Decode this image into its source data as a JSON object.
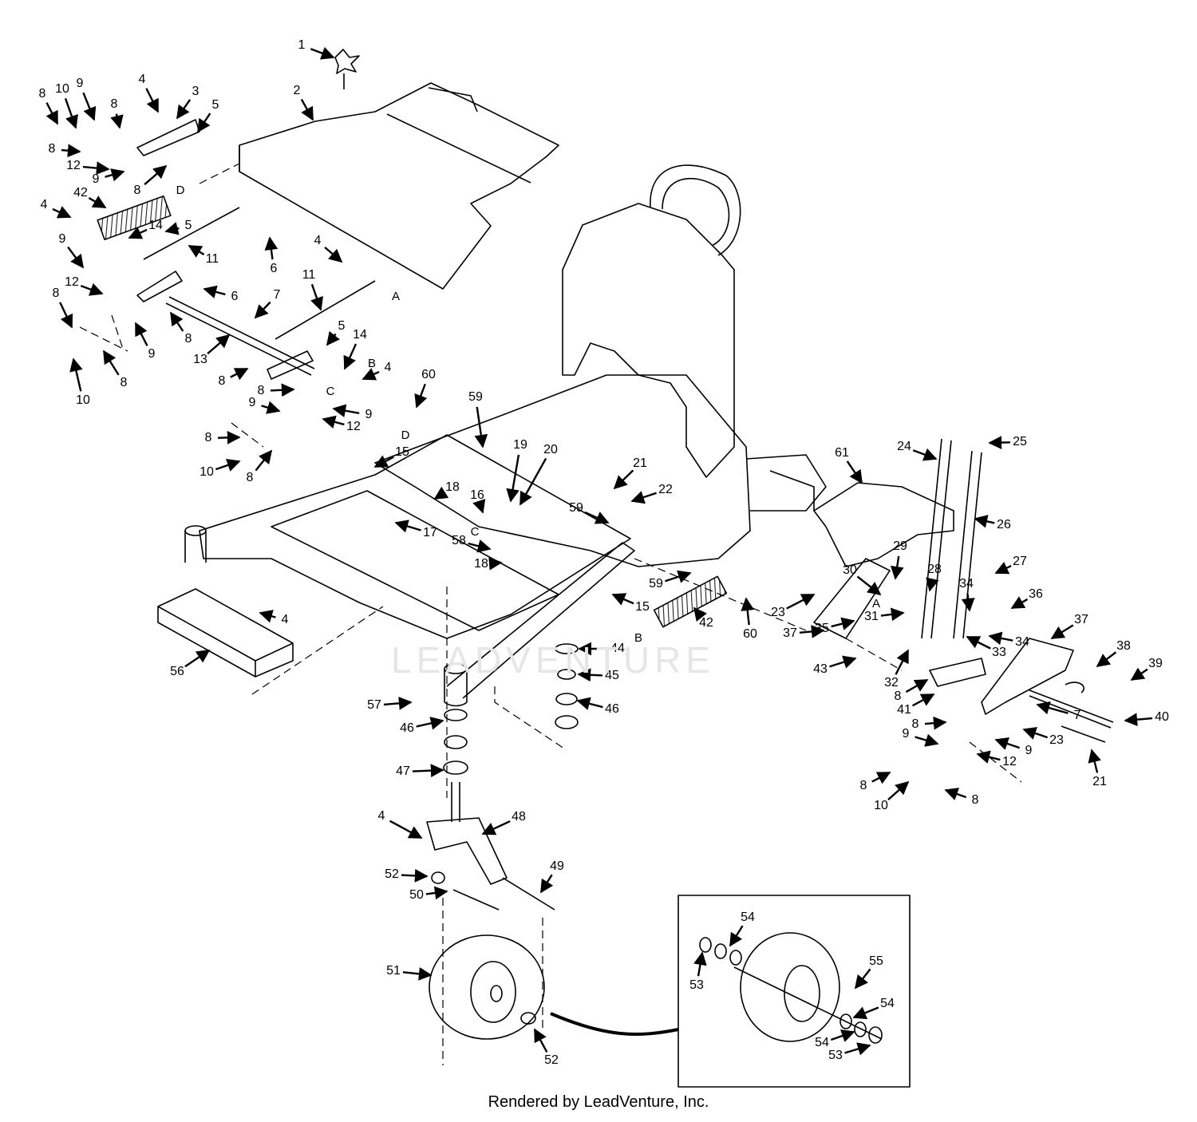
{
  "diagram": {
    "footer": "Rendered by LeadVenture, Inc.",
    "watermark": "LEADVENTURE",
    "callouts": [
      {
        "id": "c1",
        "text": "1"
      },
      {
        "id": "c2",
        "text": "2"
      },
      {
        "id": "c3",
        "text": "3"
      },
      {
        "id": "c4a",
        "text": "4"
      },
      {
        "id": "c4b",
        "text": "4"
      },
      {
        "id": "c4c",
        "text": "4"
      },
      {
        "id": "c4d",
        "text": "4"
      },
      {
        "id": "c4e",
        "text": "4"
      },
      {
        "id": "c4f",
        "text": "4"
      },
      {
        "id": "c5a",
        "text": "5"
      },
      {
        "id": "c5b",
        "text": "5"
      },
      {
        "id": "c5c",
        "text": "5"
      },
      {
        "id": "c6a",
        "text": "6"
      },
      {
        "id": "c6b",
        "text": "6"
      },
      {
        "id": "c7a",
        "text": "7"
      },
      {
        "id": "c7b",
        "text": "7"
      },
      {
        "id": "c8a",
        "text": "8"
      },
      {
        "id": "c8b",
        "text": "8"
      },
      {
        "id": "c8c",
        "text": "8"
      },
      {
        "id": "c8d",
        "text": "8"
      },
      {
        "id": "c8e",
        "text": "8"
      },
      {
        "id": "c8f",
        "text": "8"
      },
      {
        "id": "c8g",
        "text": "8"
      },
      {
        "id": "c8h",
        "text": "8"
      },
      {
        "id": "c8i",
        "text": "8"
      },
      {
        "id": "c8j",
        "text": "8"
      },
      {
        "id": "c8k",
        "text": "8"
      },
      {
        "id": "c8l",
        "text": "8"
      },
      {
        "id": "c8m",
        "text": "8"
      },
      {
        "id": "c8n",
        "text": "8"
      },
      {
        "id": "c8o",
        "text": "8"
      },
      {
        "id": "c9a",
        "text": "9"
      },
      {
        "id": "c9b",
        "text": "9"
      },
      {
        "id": "c9c",
        "text": "9"
      },
      {
        "id": "c9d",
        "text": "9"
      },
      {
        "id": "c9e",
        "text": "9"
      },
      {
        "id": "c9f",
        "text": "9"
      },
      {
        "id": "c9g",
        "text": "9"
      },
      {
        "id": "c9h",
        "text": "9"
      },
      {
        "id": "c10a",
        "text": "10"
      },
      {
        "id": "c10b",
        "text": "10"
      },
      {
        "id": "c10c",
        "text": "10"
      },
      {
        "id": "c10d",
        "text": "10"
      },
      {
        "id": "c11a",
        "text": "11"
      },
      {
        "id": "c11b",
        "text": "11"
      },
      {
        "id": "c12a",
        "text": "12"
      },
      {
        "id": "c12b",
        "text": "12"
      },
      {
        "id": "c12c",
        "text": "12"
      },
      {
        "id": "c12d",
        "text": "12"
      },
      {
        "id": "c13",
        "text": "13"
      },
      {
        "id": "c14a",
        "text": "14"
      },
      {
        "id": "c14b",
        "text": "14"
      },
      {
        "id": "c15a",
        "text": "15"
      },
      {
        "id": "c15b",
        "text": "15"
      },
      {
        "id": "c16",
        "text": "16"
      },
      {
        "id": "c17",
        "text": "17"
      },
      {
        "id": "c18a",
        "text": "18"
      },
      {
        "id": "c18b",
        "text": "18"
      },
      {
        "id": "c19",
        "text": "19"
      },
      {
        "id": "c20",
        "text": "20"
      },
      {
        "id": "c21a",
        "text": "21"
      },
      {
        "id": "c21b",
        "text": "21"
      },
      {
        "id": "c22",
        "text": "22"
      },
      {
        "id": "c23a",
        "text": "23"
      },
      {
        "id": "c23b",
        "text": "23"
      },
      {
        "id": "c24",
        "text": "24"
      },
      {
        "id": "c25",
        "text": "25"
      },
      {
        "id": "c26",
        "text": "26"
      },
      {
        "id": "c27",
        "text": "27"
      },
      {
        "id": "c28",
        "text": "28"
      },
      {
        "id": "c29",
        "text": "29"
      },
      {
        "id": "c30",
        "text": "30"
      },
      {
        "id": "c31",
        "text": "31"
      },
      {
        "id": "c32",
        "text": "32"
      },
      {
        "id": "c33",
        "text": "33"
      },
      {
        "id": "c34a",
        "text": "34"
      },
      {
        "id": "c34b",
        "text": "34"
      },
      {
        "id": "c35",
        "text": "35"
      },
      {
        "id": "c36",
        "text": "36"
      },
      {
        "id": "c37a",
        "text": "37"
      },
      {
        "id": "c37b",
        "text": "37"
      },
      {
        "id": "c38",
        "text": "38"
      },
      {
        "id": "c39",
        "text": "39"
      },
      {
        "id": "c40",
        "text": "40"
      },
      {
        "id": "c41",
        "text": "41"
      },
      {
        "id": "c42a",
        "text": "42"
      },
      {
        "id": "c42b",
        "text": "42"
      },
      {
        "id": "c43",
        "text": "43"
      },
      {
        "id": "c44",
        "text": "44"
      },
      {
        "id": "c45",
        "text": "45"
      },
      {
        "id": "c46a",
        "text": "46"
      },
      {
        "id": "c46b",
        "text": "46"
      },
      {
        "id": "c47",
        "text": "47"
      },
      {
        "id": "c48",
        "text": "48"
      },
      {
        "id": "c49",
        "text": "49"
      },
      {
        "id": "c50",
        "text": "50"
      },
      {
        "id": "c51",
        "text": "51"
      },
      {
        "id": "c52a",
        "text": "52"
      },
      {
        "id": "c52b",
        "text": "52"
      },
      {
        "id": "c53a",
        "text": "53"
      },
      {
        "id": "c53b",
        "text": "53"
      },
      {
        "id": "c54a",
        "text": "54"
      },
      {
        "id": "c54b",
        "text": "54"
      },
      {
        "id": "c54c",
        "text": "54"
      },
      {
        "id": "c55",
        "text": "55"
      },
      {
        "id": "c56",
        "text": "56"
      },
      {
        "id": "c57",
        "text": "57"
      },
      {
        "id": "c58",
        "text": "58"
      },
      {
        "id": "c59a",
        "text": "59"
      },
      {
        "id": "c59b",
        "text": "59"
      },
      {
        "id": "c59c",
        "text": "59"
      },
      {
        "id": "c60a",
        "text": "60"
      },
      {
        "id": "c60b",
        "text": "60"
      },
      {
        "id": "c61",
        "text": "61"
      }
    ],
    "letters": [
      {
        "id": "lA1",
        "text": "A"
      },
      {
        "id": "lA2",
        "text": "A"
      },
      {
        "id": "lB1",
        "text": "B"
      },
      {
        "id": "lB2",
        "text": "B"
      },
      {
        "id": "lC1",
        "text": "C"
      },
      {
        "id": "lC2",
        "text": "C"
      },
      {
        "id": "lD1",
        "text": "D"
      },
      {
        "id": "lD2",
        "text": "D"
      }
    ]
  }
}
